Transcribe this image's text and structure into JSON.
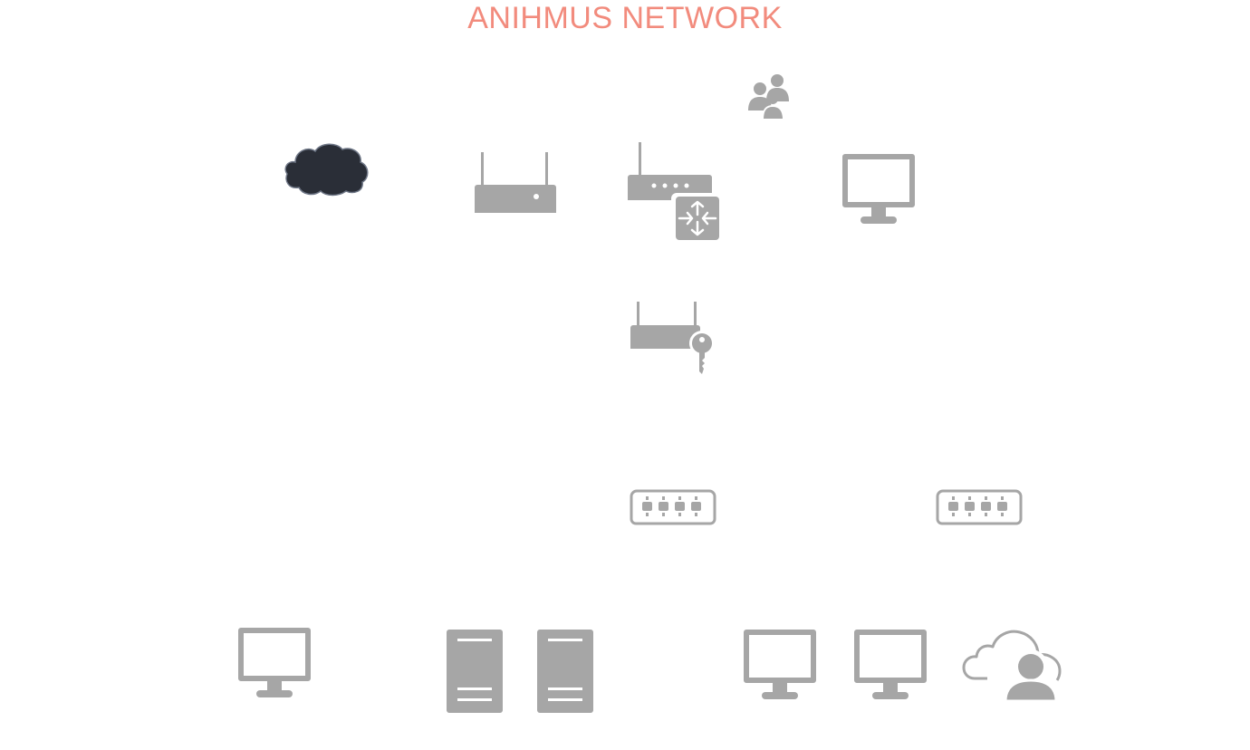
{
  "title": "ANIHMUS NETWORK",
  "colors": {
    "title": "#f28b7d",
    "icon_gray": "#a6a6a6",
    "cloud_fill": "#2a2e37",
    "cloud_stroke": "#6e7686"
  },
  "nodes": [
    {
      "id": "internet",
      "icon": "cloud-icon"
    },
    {
      "id": "wifi-router",
      "icon": "wireless-router-icon"
    },
    {
      "id": "core-router",
      "icon": "router-with-switch-icon"
    },
    {
      "id": "users",
      "icon": "user-group-icon"
    },
    {
      "id": "top-monitor",
      "icon": "monitor-icon"
    },
    {
      "id": "secure-router",
      "icon": "router-with-key-icon"
    },
    {
      "id": "switch-left",
      "icon": "network-switch-icon"
    },
    {
      "id": "switch-right",
      "icon": "network-switch-icon"
    },
    {
      "id": "workstation-left",
      "icon": "monitor-icon"
    },
    {
      "id": "server-1",
      "icon": "server-tower-icon"
    },
    {
      "id": "server-2",
      "icon": "server-tower-icon"
    },
    {
      "id": "workstation-2",
      "icon": "monitor-icon"
    },
    {
      "id": "workstation-3",
      "icon": "monitor-icon"
    },
    {
      "id": "cloud-user",
      "icon": "cloud-user-icon"
    }
  ]
}
